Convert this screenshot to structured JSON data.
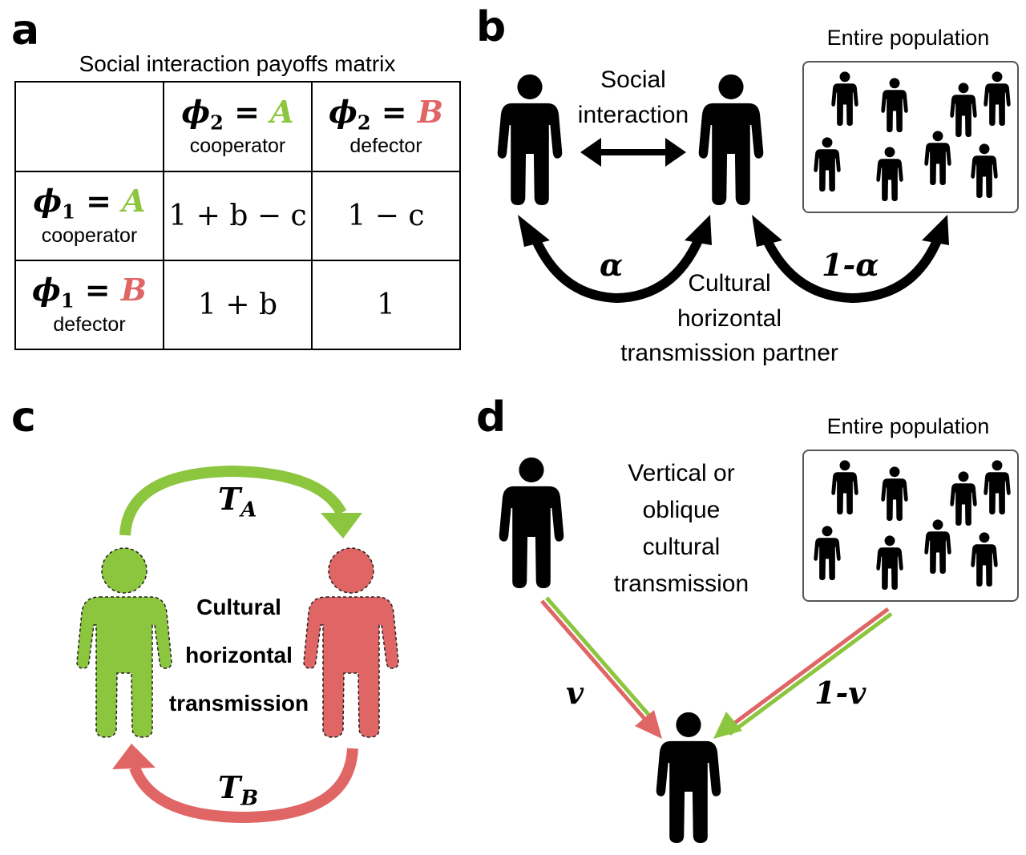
{
  "panels": {
    "a": "a",
    "b": "b",
    "c": "c",
    "d": "d"
  },
  "panel_a": {
    "title": "Social interaction payoffs matrix",
    "phi2": "ϕ",
    "phi1": "ϕ",
    "sub2": "2",
    "sub1": "1",
    "eq": " = ",
    "A": "A",
    "B": "B",
    "cooperator": "cooperator",
    "defector": "defector",
    "cells": [
      [
        "1 + b − c",
        "1 − c"
      ],
      [
        "1 + b",
        "1"
      ]
    ]
  },
  "panel_b": {
    "social_line1": "Social",
    "social_line2": "interaction",
    "alpha": "α",
    "one_minus_alpha": "1-α",
    "partner_line1": "Cultural",
    "partner_line2": "horizontal",
    "partner_line3": "transmission partner",
    "population": "Entire population"
  },
  "panel_c": {
    "TA": "T",
    "TA_sub": "A",
    "TB": "T",
    "TB_sub": "B",
    "label_line1": "Cultural",
    "label_line2": "horizontal",
    "label_line3": "transmission"
  },
  "panel_d": {
    "line1": "Vertical or",
    "line2": "oblique",
    "line3": "cultural",
    "line4": "transmission",
    "v": "v",
    "one_minus_v": "1-v",
    "population": "Entire population"
  },
  "colors": {
    "green": "#8cc63f",
    "red": "#e06666",
    "black": "#000000"
  }
}
